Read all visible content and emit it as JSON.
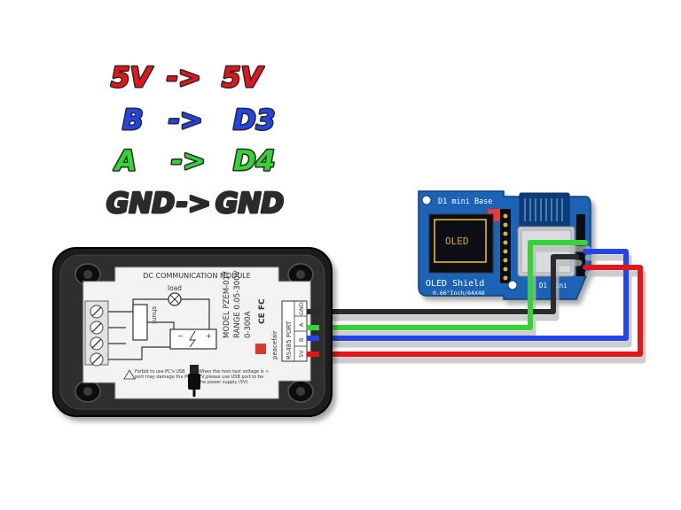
{
  "legend": [
    {
      "from": "5V",
      "arrow": "->",
      "to": "5V",
      "color": "#e8141b"
    },
    {
      "from": "B",
      "arrow": "->",
      "to": "D3",
      "color": "#2244e8"
    },
    {
      "from": "A",
      "arrow": "->",
      "to": "D4",
      "color": "#33d433"
    },
    {
      "from": "GND",
      "arrow": "->",
      "to": "GND",
      "color": "#2b2b2b"
    }
  ],
  "module": {
    "title": "DC COMMUNICATION MODULE",
    "model": "MODEL PZEM-017",
    "range1": "RANGE 0.05-300V",
    "range2": "0-300A",
    "brand": "peacefair",
    "load_label": "load",
    "shunt_label": "shunt",
    "port_label": "RS485 PORT",
    "port_pins": [
      "GND",
      "A",
      "B",
      "5V"
    ],
    "warn_left": "Forbid to use PC's USB port may damage the PC",
    "warn_right": "When the host test voltage is < 7V,please use USB port to be the power supply (5V)",
    "cert": "CE FC"
  },
  "board": {
    "base_label": "D1 mini Base",
    "oled_label": "OLED Shield",
    "oled_sub": "0.66\"Inch/64X48",
    "mini_label": "D1 mini",
    "oled_name": "OLED"
  },
  "colors": {
    "red": "#e8141b",
    "blue": "#2244e8",
    "green": "#33d433",
    "black": "#2b2b2b",
    "board": "#1e63b5"
  }
}
